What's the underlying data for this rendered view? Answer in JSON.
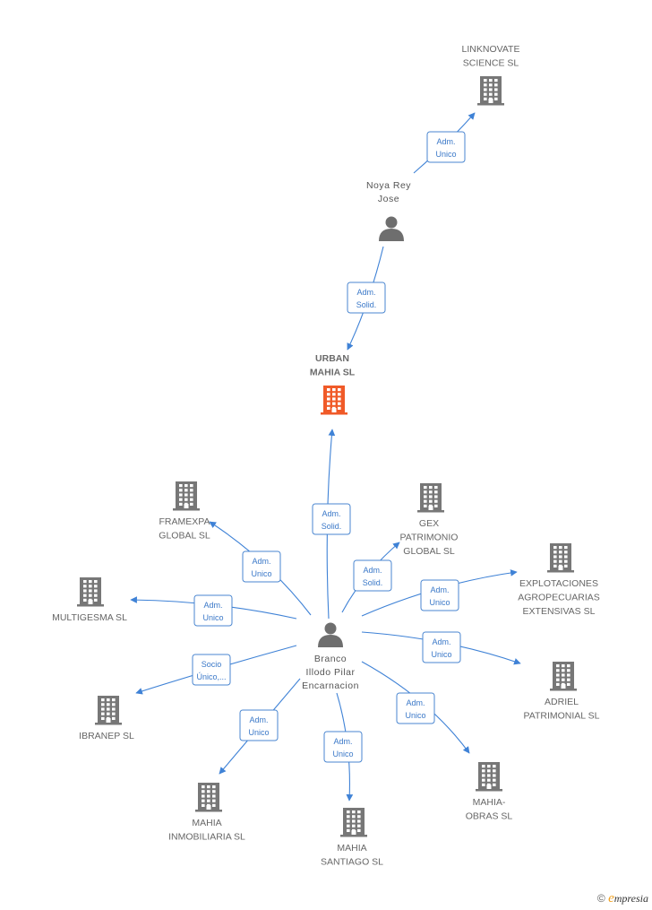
{
  "colors": {
    "company": "#777777",
    "main_company": "#f05a28",
    "person": "#6e6e6e",
    "edge": "#3f82d6"
  },
  "nodes": [
    {
      "id": "linknovate",
      "type": "company",
      "lines": [
        "LINKNOVATE",
        "SCIENCE  SL"
      ]
    },
    {
      "id": "noya",
      "type": "person",
      "lines": [
        "Noya Rey",
        "Jose"
      ]
    },
    {
      "id": "urban",
      "type": "main",
      "lines": [
        "URBAN",
        "MAHIA SL"
      ]
    },
    {
      "id": "framexpa",
      "type": "company",
      "lines": [
        "FRAMEXPA",
        "GLOBAL SL"
      ]
    },
    {
      "id": "gex",
      "type": "company",
      "lines": [
        "GEX",
        "PATRIMONIO",
        "GLOBAL SL"
      ]
    },
    {
      "id": "explot",
      "type": "company",
      "lines": [
        "EXPLOTACIONES",
        "AGROPECUARIAS",
        "EXTENSIVAS SL"
      ]
    },
    {
      "id": "multigesma",
      "type": "company",
      "lines": [
        "MULTIGESMA SL"
      ]
    },
    {
      "id": "branco",
      "type": "person",
      "lines": [
        "Branco",
        "Illodo Pilar",
        "Encarnacion"
      ]
    },
    {
      "id": "adriel",
      "type": "company",
      "lines": [
        "ADRIEL",
        "PATRIMONIAL SL"
      ]
    },
    {
      "id": "ibranep",
      "type": "company",
      "lines": [
        "IBRANEP SL"
      ]
    },
    {
      "id": "mahiaobras",
      "type": "company",
      "lines": [
        "MAHIA-",
        "OBRAS SL"
      ]
    },
    {
      "id": "mahiainmo",
      "type": "company",
      "lines": [
        "MAHIA",
        "INMOBILIARIA SL"
      ]
    },
    {
      "id": "mahiasantiago",
      "type": "company",
      "lines": [
        "MAHIA",
        "SANTIAGO SL"
      ]
    }
  ],
  "edges": [
    {
      "id": "e1",
      "from": "noya",
      "to": "linknovate",
      "label": [
        "Adm.",
        "Unico"
      ]
    },
    {
      "id": "e2",
      "from": "noya",
      "to": "urban",
      "label": [
        "Adm.",
        "Solid."
      ]
    },
    {
      "id": "e3",
      "from": "branco",
      "to": "urban",
      "label": [
        "Adm.",
        "Solid."
      ]
    },
    {
      "id": "e4",
      "from": "branco",
      "to": "framexpa",
      "label": [
        "Adm.",
        "Unico"
      ]
    },
    {
      "id": "e5",
      "from": "branco",
      "to": "gex",
      "label": [
        "Adm.",
        "Solid."
      ]
    },
    {
      "id": "e6",
      "from": "branco",
      "to": "explot",
      "label": [
        "Adm.",
        "Unico"
      ]
    },
    {
      "id": "e7",
      "from": "branco",
      "to": "multigesma",
      "label": [
        "Adm.",
        "Unico"
      ]
    },
    {
      "id": "e8",
      "from": "branco",
      "to": "adriel",
      "label": [
        "Adm.",
        "Unico"
      ]
    },
    {
      "id": "e9",
      "from": "branco",
      "to": "ibranep",
      "label": [
        "Socio",
        "Único,..."
      ]
    },
    {
      "id": "e10",
      "from": "branco",
      "to": "mahiaobras",
      "label": [
        "Adm.",
        "Unico"
      ]
    },
    {
      "id": "e11",
      "from": "branco",
      "to": "mahiainmo",
      "label": [
        "Adm.",
        "Unico"
      ]
    },
    {
      "id": "e12",
      "from": "branco",
      "to": "mahiasantiago",
      "label": [
        "Adm.",
        "Unico"
      ]
    }
  ],
  "brand": {
    "copyright": "©",
    "e": "e",
    "rest": "mpresia"
  }
}
